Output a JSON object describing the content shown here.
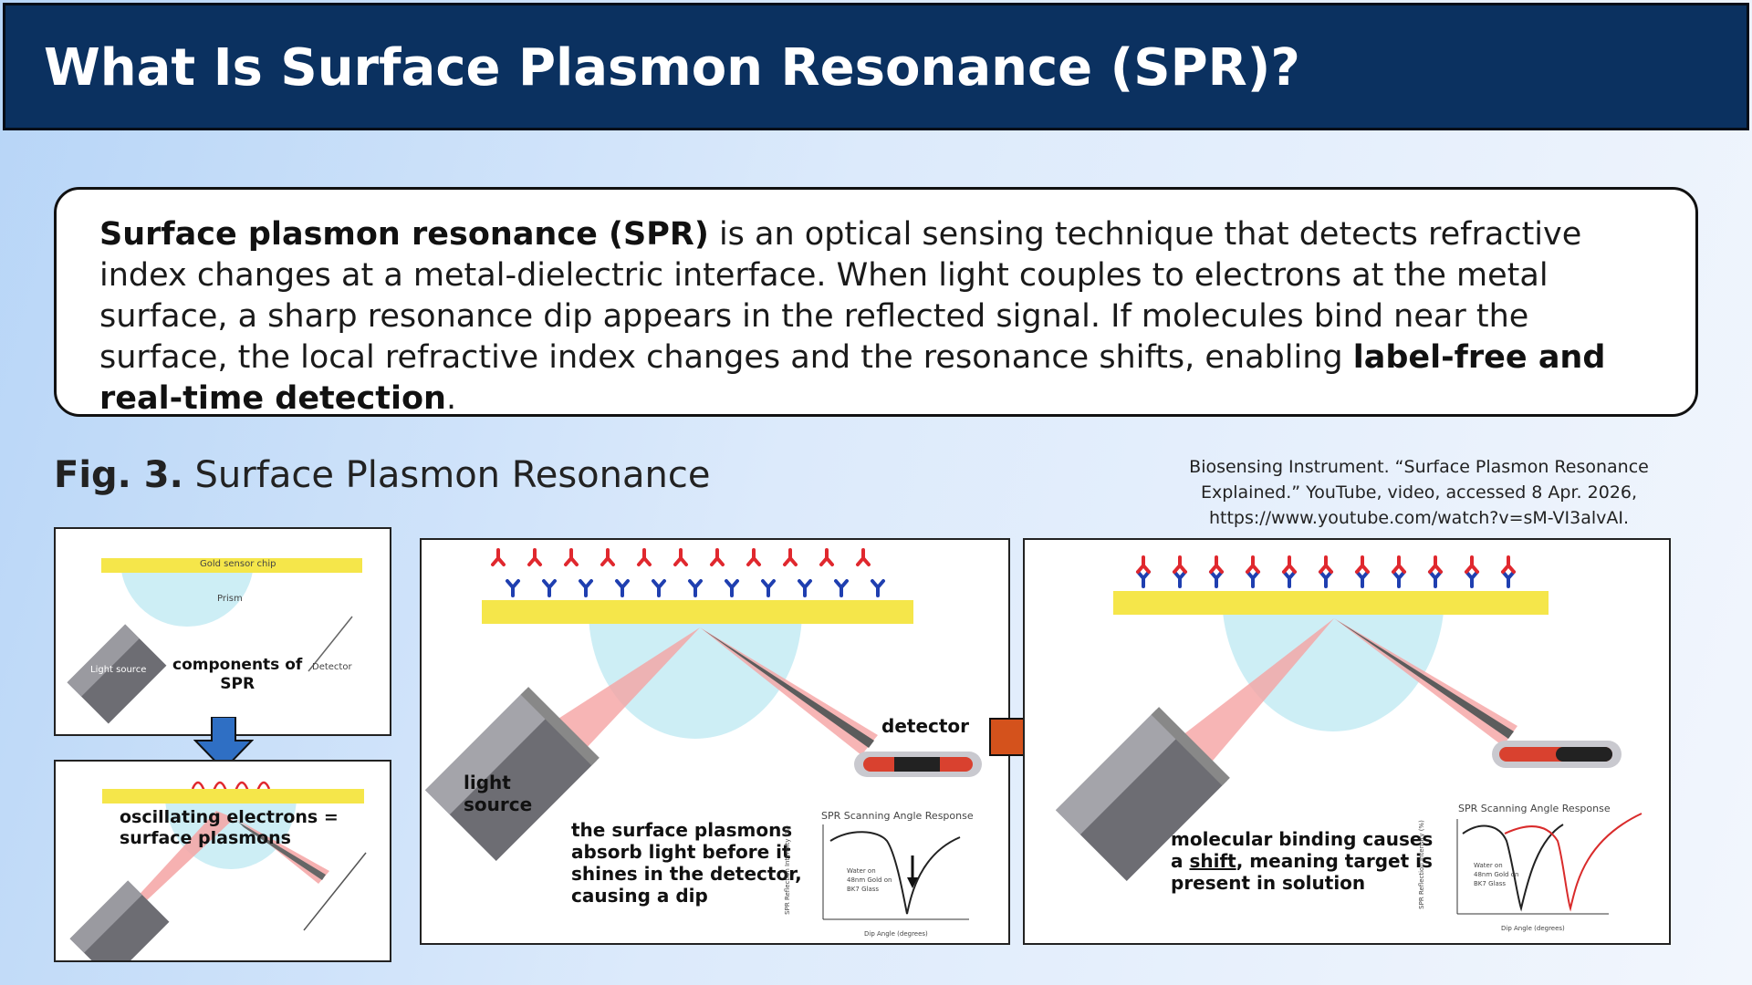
{
  "header": {
    "title": "What Is Surface Plasmon Resonance (SPR)?"
  },
  "intro": {
    "term": "Surface plasmon resonance (SPR)",
    "text_1": " is an optical sensing technique that detects refractive index changes at a metal-dielectric interface. When light couples to electrons at the metal surface, a sharp resonance dip appears in the reflected signal. If molecules bind near the surface, the local refractive index changes and the resonance shifts, enabling ",
    "emphasis": "label-free and real-time detection",
    "end": "."
  },
  "figure": {
    "label": "Fig. 3.",
    "title": " Surface Plasmon Resonance",
    "citation_line_1": "Biosensing Instrument. “Surface Plasmon Resonance",
    "citation_line_2": "Explained.” YouTube, video, accessed 8 Apr. 2026,",
    "citation_line_3": "https://www.youtube.com/watch?v=sM-VI3alvAI."
  },
  "panel_components": {
    "gold_chip": "Gold sensor chip",
    "prism": "Prism",
    "light_source": "Light source",
    "detector": "Detector",
    "caption_1": "components of",
    "caption_2": "SPR"
  },
  "panel_oscillating": {
    "caption_1": "oscillating electrons =",
    "caption_2": "surface plasmons"
  },
  "panel_dip": {
    "detector": "detector",
    "light_1": "light",
    "light_2": "source",
    "caption_1": "the surface plasmons",
    "caption_2": "absorb light before it",
    "caption_3": "shines in the detector,",
    "caption_4": "causing a dip",
    "graph_title": "SPR Scanning Angle Response",
    "graph_ylabel": "SPR Reflection Intensity (%)",
    "graph_xlabel": "Dip Angle (degrees)",
    "graph_note_1": "Water on",
    "graph_note_2": "48nm Gold on",
    "graph_note_3": "BK7 Glass"
  },
  "panel_shift": {
    "caption_1": "molecular binding causes",
    "caption_2_pre": "a ",
    "caption_2_u": "shift",
    "caption_2_post": ", meaning target is",
    "caption_3": "present in solution",
    "graph_title": "SPR Scanning Angle Response",
    "graph_ylabel": "SPR Reflection Intensity (%)",
    "graph_xlabel": "Dip Angle (degrees)",
    "graph_note_1": "Water on",
    "graph_note_2": "48nm Gold on",
    "graph_note_3": "BK7 Glass"
  },
  "colors": {
    "title_bar": "#0b3160",
    "gold": "#f5e64a",
    "prism": "#cdeef5",
    "antibody": "#1f3fb0",
    "antigen": "#e0282e",
    "arrow_down": "#2f6fc4",
    "arrow_right": "#d4521c"
  }
}
